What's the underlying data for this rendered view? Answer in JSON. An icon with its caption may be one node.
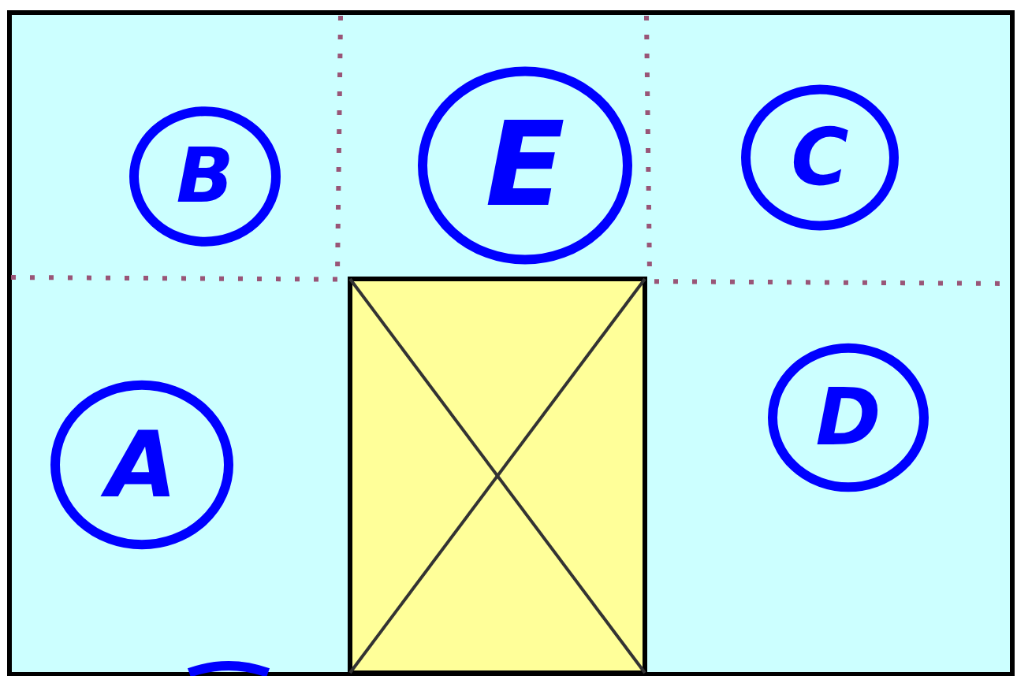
{
  "diagram": {
    "nodes": [
      {
        "text": [
          "B"
        ]
      },
      {
        "text": [
          "E"
        ]
      },
      {
        "text": [
          "C"
        ]
      },
      {
        "text": [
          "A"
        ]
      },
      {
        "text": [
          "D"
        ]
      }
    ]
  }
}
